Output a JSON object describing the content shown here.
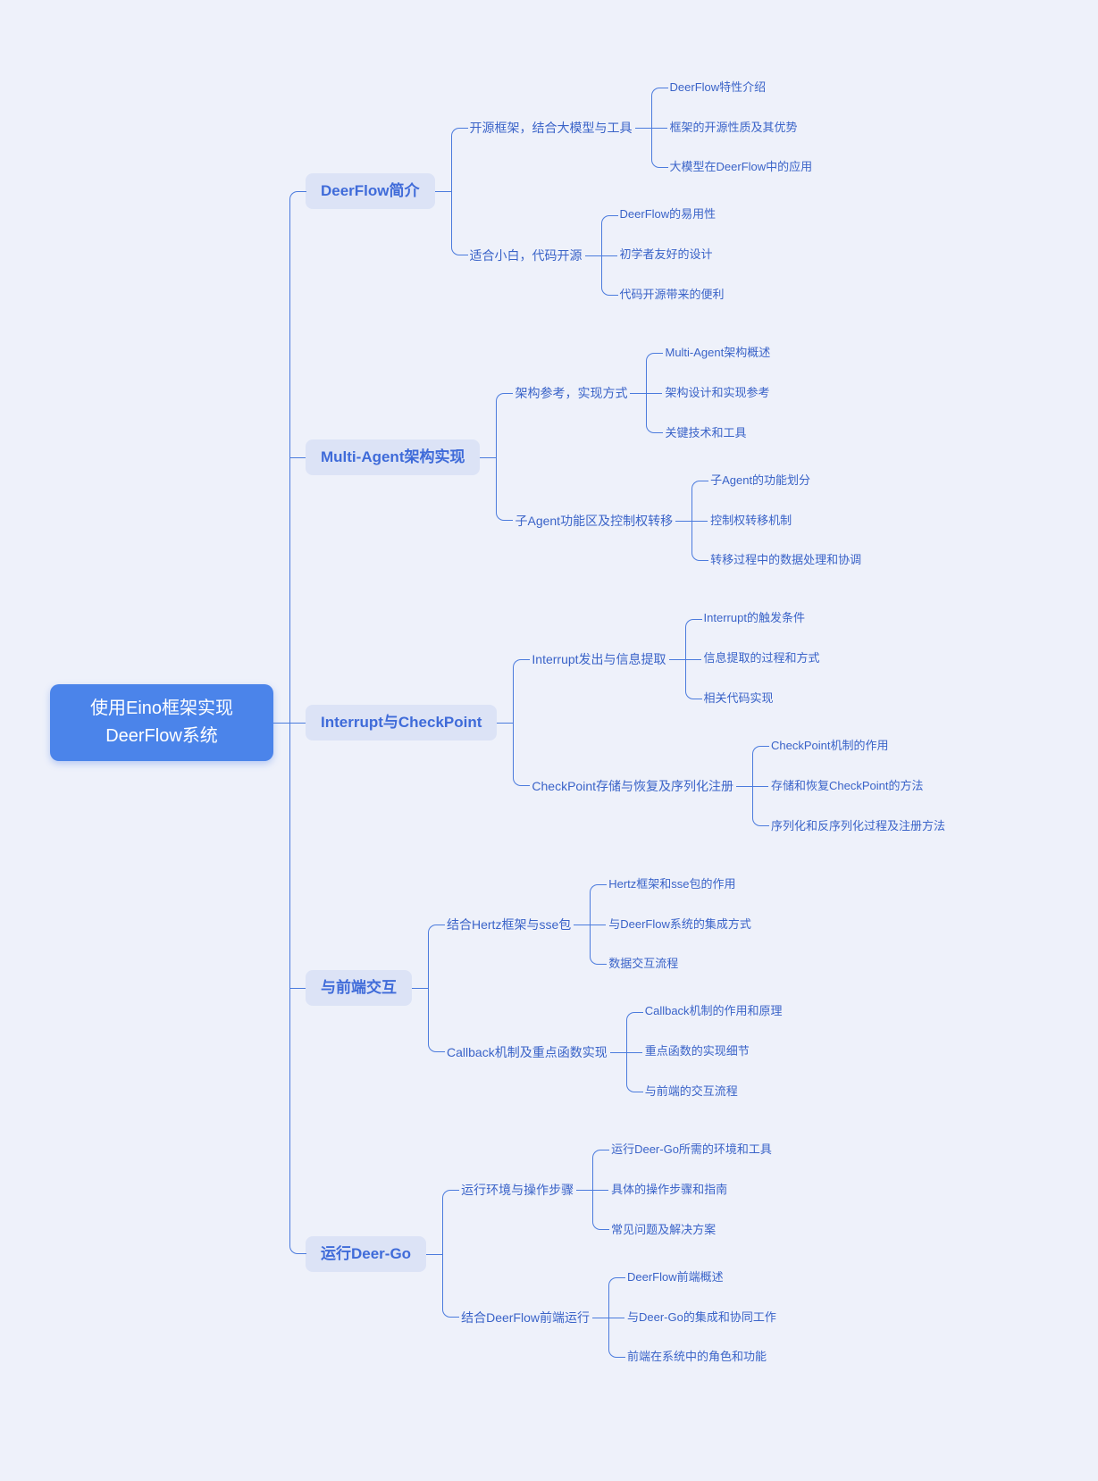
{
  "colors": {
    "background": "#eef1fa",
    "line": "#4b7bdd",
    "root_fill": "#4b84ea",
    "root_text": "#ffffff",
    "branch_fill": "#dce3f6",
    "branch_text": "#3f6bd9",
    "topic_text": "#3a63c8"
  },
  "mindmap": {
    "root": {
      "label": "使用Eino框架实现\nDeerFlow系统",
      "children": [
        {
          "label": "DeerFlow简介",
          "children": [
            {
              "label": "开源框架，结合大模型与工具",
              "children": [
                {
                  "label": "DeerFlow特性介绍"
                },
                {
                  "label": "框架的开源性质及其优势"
                },
                {
                  "label": "大模型在DeerFlow中的应用"
                }
              ]
            },
            {
              "label": "适合小白，代码开源",
              "children": [
                {
                  "label": "DeerFlow的易用性"
                },
                {
                  "label": "初学者友好的设计"
                },
                {
                  "label": "代码开源带来的便利"
                }
              ]
            }
          ]
        },
        {
          "label": "Multi-Agent架构实现",
          "children": [
            {
              "label": "架构参考，实现方式",
              "children": [
                {
                  "label": "Multi-Agent架构概述"
                },
                {
                  "label": "架构设计和实现参考"
                },
                {
                  "label": "关键技术和工具"
                }
              ]
            },
            {
              "label": "子Agent功能区及控制权转移",
              "children": [
                {
                  "label": "子Agent的功能划分"
                },
                {
                  "label": "控制权转移机制"
                },
                {
                  "label": "转移过程中的数据处理和协调"
                }
              ]
            }
          ]
        },
        {
          "label": "Interrupt与CheckPoint",
          "children": [
            {
              "label": "Interrupt发出与信息提取",
              "children": [
                {
                  "label": "Interrupt的触发条件"
                },
                {
                  "label": "信息提取的过程和方式"
                },
                {
                  "label": "相关代码实现"
                }
              ]
            },
            {
              "label": "CheckPoint存储与恢复及序列化注册",
              "children": [
                {
                  "label": "CheckPoint机制的作用"
                },
                {
                  "label": "存储和恢复CheckPoint的方法"
                },
                {
                  "label": "序列化和反序列化过程及注册方法"
                }
              ]
            }
          ]
        },
        {
          "label": "与前端交互",
          "children": [
            {
              "label": "结合Hertz框架与sse包",
              "children": [
                {
                  "label": "Hertz框架和sse包的作用"
                },
                {
                  "label": "与DeerFlow系统的集成方式"
                },
                {
                  "label": "数据交互流程"
                }
              ]
            },
            {
              "label": "Callback机制及重点函数实现",
              "children": [
                {
                  "label": "Callback机制的作用和原理"
                },
                {
                  "label": "重点函数的实现细节"
                },
                {
                  "label": "与前端的交互流程"
                }
              ]
            }
          ]
        },
        {
          "label": "运行Deer-Go",
          "children": [
            {
              "label": "运行环境与操作步骤",
              "children": [
                {
                  "label": "运行Deer-Go所需的环境和工具"
                },
                {
                  "label": "具体的操作步骤和指南"
                },
                {
                  "label": "常见问题及解决方案"
                }
              ]
            },
            {
              "label": "结合DeerFlow前端运行",
              "children": [
                {
                  "label": "DeerFlow前端概述"
                },
                {
                  "label": "与Deer-Go的集成和协同工作"
                },
                {
                  "label": "前端在系统中的角色和功能"
                }
              ]
            }
          ]
        }
      ]
    }
  }
}
